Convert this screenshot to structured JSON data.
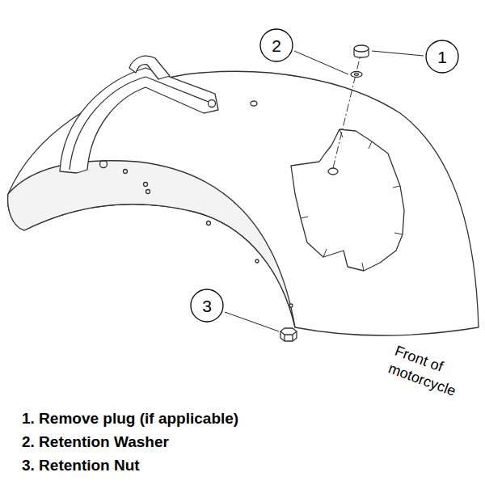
{
  "diagram": {
    "nodes": [
      {
        "text": [
          "2"
        ]
      },
      {
        "text": [
          "1"
        ]
      },
      {
        "text": [
          "3"
        ]
      }
    ],
    "labels": [
      "Front of motorcycle",
      "1. Remove plug (if applicable)",
      "2. Retention Washer",
      "3. Retention Nut"
    ]
  }
}
